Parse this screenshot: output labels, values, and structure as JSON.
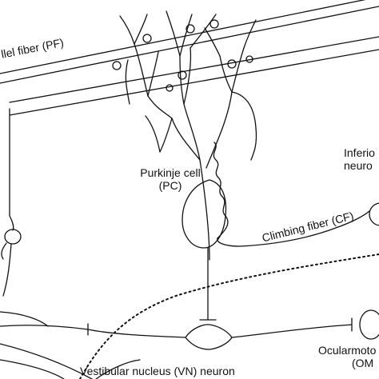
{
  "labels": {
    "parallel_fiber": "llel fiber (PF)",
    "purkinje_line1": "Purkinje cell",
    "purkinje_line2": "(PC)",
    "inferior_line1": "Inferio",
    "inferior_line2": "neuro",
    "climbing_fiber": "Climbing fiber (CF)",
    "oculomotor": "Ocularmoto",
    "vestibular": "Vestibular nucleus (VN) neuron",
    "om_fragment": "(OM"
  },
  "colors": {
    "line": "#111111",
    "background": "#ffffff"
  }
}
